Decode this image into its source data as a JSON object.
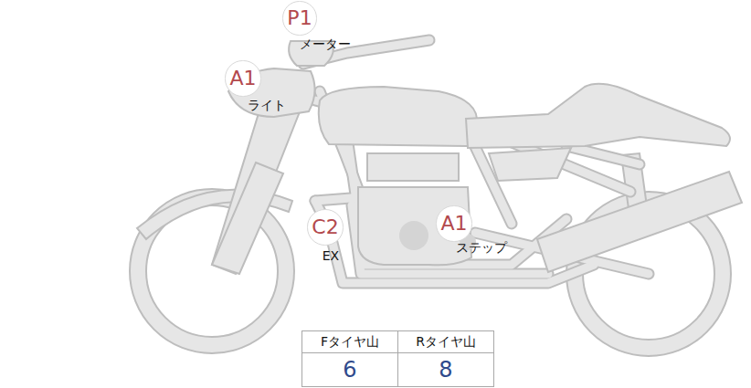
{
  "diagram": {
    "nodes": [
      {
        "text": [
          "P1",
          "メーター"
        ]
      },
      {
        "text": [
          "A1",
          "ライト"
        ]
      },
      {
        "text": [
          "C2",
          "EX"
        ]
      },
      {
        "text": [
          "A1",
          "ステップ"
        ]
      }
    ],
    "labels": [
      "Fタイヤ山",
      "Rタイヤ山",
      "6",
      "8"
    ]
  }
}
